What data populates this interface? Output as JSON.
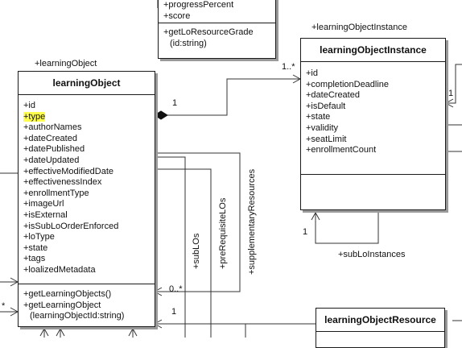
{
  "classes": {
    "top": {
      "attributes": [
        "+progressPercent",
        "+score"
      ],
      "operations": [
        "+getLoResourceGrade",
        "(id:string)"
      ]
    },
    "learning_object": {
      "title": "learningObject",
      "attributes": [
        "+id",
        "+type",
        "+authorNames",
        "+dateCreated",
        "+datePublished",
        "+dateUpdated",
        "+effectiveModifiedDate",
        "+effectivenessIndex",
        "+enrollmentType",
        "+imageUrl",
        "+isExternal",
        "+isSubLoOrderEnforced",
        "+loType",
        "+state",
        "+tags",
        "+loalizedMetadata"
      ],
      "operations": [
        "+getLearningObjects()",
        "+getLearningObject",
        "(learningObjectId:string)"
      ],
      "highlighted_attribute": "+type",
      "highlight_color": "#ffff4d"
    },
    "learning_object_instance": {
      "title": "learningObjectInstance",
      "attributes": [
        "+id",
        "+completionDeadline",
        "+dateCreated",
        "+isDefault",
        "+state",
        "+validity",
        "+seatLimit",
        "+enrollmentCount"
      ]
    },
    "learning_object_resource": {
      "title": "learningObjectResource"
    }
  },
  "labels": {
    "learning_object_role": "+learningObject",
    "learning_object_instance_role": "+learningObjectInstance",
    "mult_one_composition": "1",
    "mult_many_instance": "1..*",
    "mult_one_right_top": "1",
    "mult_one_sub": "1",
    "sub_lo_instances": "+subLoInstances",
    "sub_los": "+subLOs",
    "prerequisite_los": "+preRequisiteLOs",
    "supplementary_resources": "+supplementaryResources",
    "mult_zero_many": "0..*",
    "mult_one_resource": "1",
    "mult_star_left": "*"
  }
}
